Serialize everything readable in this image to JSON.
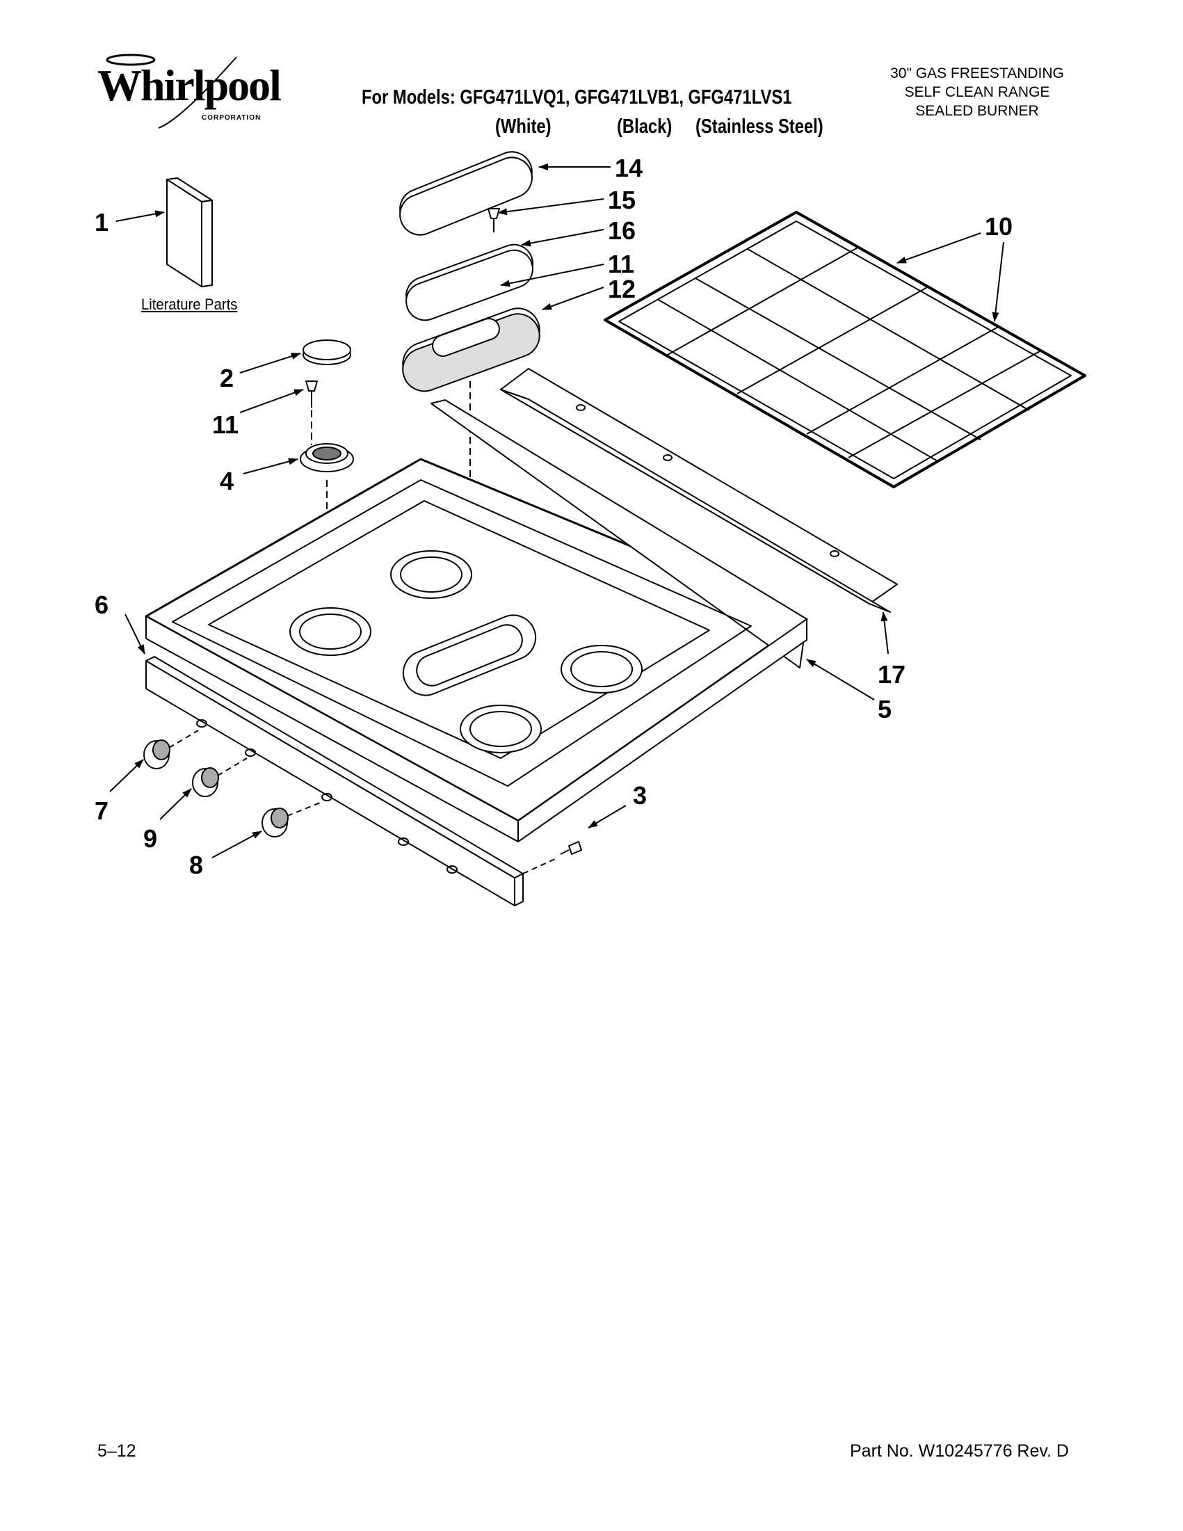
{
  "brand": {
    "name": "Whirlpool",
    "sub": "CORPORATION"
  },
  "header": {
    "models_line": "For Models: GFG471LVQ1, GFG471LVB1, GFG471LVS1",
    "variants": [
      "(White)",
      "(Black)",
      "(Stainless Steel)"
    ],
    "description": [
      "30\" GAS FREESTANDING",
      "SELF CLEAN RANGE",
      "SEALED BURNER"
    ]
  },
  "literature_label": "Literature Parts",
  "callouts": [
    "1",
    "2",
    "11",
    "4",
    "6",
    "7",
    "9",
    "8",
    "14",
    "15",
    "16",
    "11",
    "12",
    "10",
    "17",
    "5",
    "3"
  ],
  "footer": {
    "page": "5–12",
    "part_no": "Part No. W10245776 Rev. D"
  }
}
